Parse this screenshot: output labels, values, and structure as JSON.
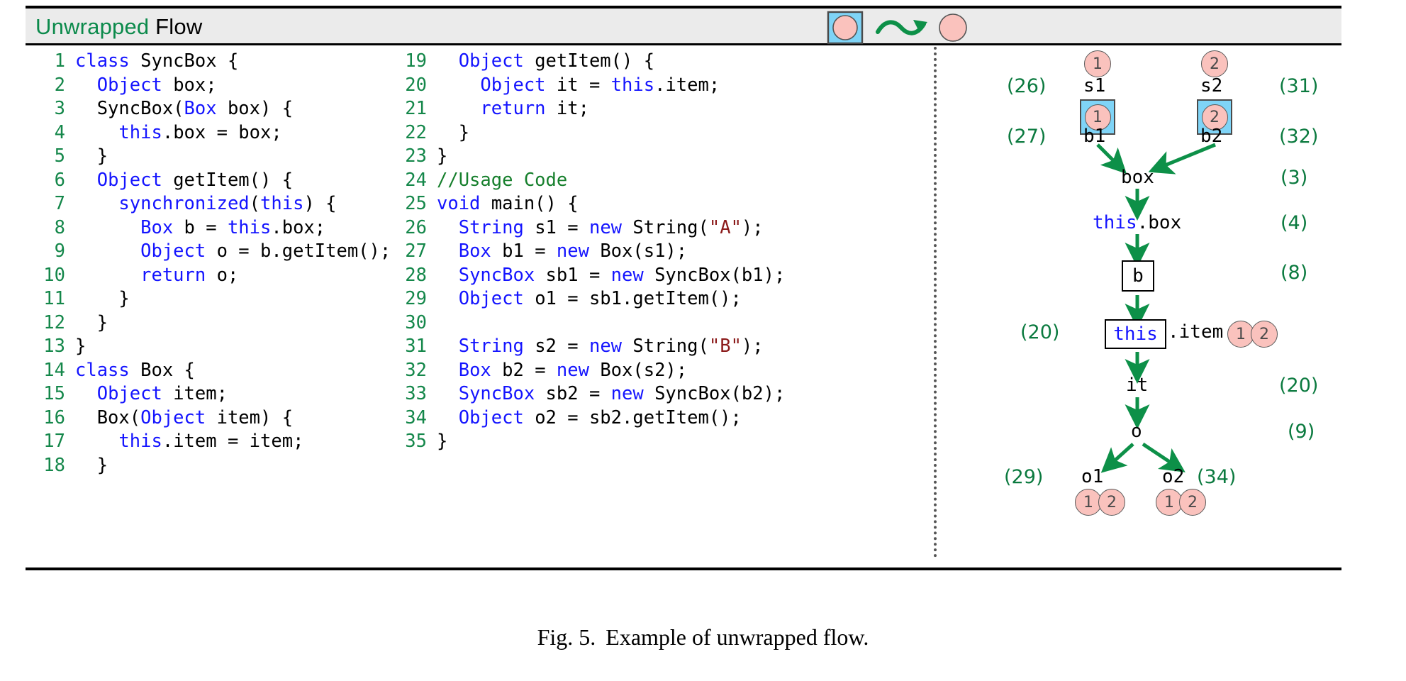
{
  "header": {
    "title_highlight": "Unwrapped",
    "title_rest": " Flow",
    "icon_boxed_circle": "boxed-circle-icon",
    "icon_wave_arrow": "wavy-arrow-icon",
    "icon_circle": "circle-icon"
  },
  "colors": {
    "keyword": "#1414ff",
    "line_number": "#14874a",
    "comment": "#167f2c",
    "string": "#8b1a1a",
    "arrow_green": "#0d9048",
    "circle_pink": "#fac2bd",
    "square_blue": "#7fd4f7",
    "header_bg": "#ebebeb",
    "title_green": "#0b8a4b"
  },
  "code": {
    "left_column": [
      {
        "n": "1",
        "tokens": [
          {
            "t": "class ",
            "c": "kw"
          },
          {
            "t": "SyncBox {",
            "c": "id"
          }
        ]
      },
      {
        "n": "2",
        "tokens": [
          {
            "t": "  ",
            "c": "id"
          },
          {
            "t": "Object",
            "c": "kw"
          },
          {
            "t": " box;",
            "c": "id"
          }
        ]
      },
      {
        "n": "3",
        "tokens": [
          {
            "t": "  SyncBox(",
            "c": "id"
          },
          {
            "t": "Box",
            "c": "kw"
          },
          {
            "t": " box) {",
            "c": "id"
          }
        ]
      },
      {
        "n": "4",
        "tokens": [
          {
            "t": "    ",
            "c": "id"
          },
          {
            "t": "this",
            "c": "kw"
          },
          {
            "t": ".box = box;",
            "c": "id"
          }
        ]
      },
      {
        "n": "5",
        "tokens": [
          {
            "t": "  }",
            "c": "id"
          }
        ]
      },
      {
        "n": "6",
        "tokens": [
          {
            "t": "  ",
            "c": "id"
          },
          {
            "t": "Object",
            "c": "kw"
          },
          {
            "t": " getItem() {",
            "c": "id"
          }
        ]
      },
      {
        "n": "7",
        "tokens": [
          {
            "t": "    ",
            "c": "id"
          },
          {
            "t": "synchronized",
            "c": "kw"
          },
          {
            "t": "(",
            "c": "id"
          },
          {
            "t": "this",
            "c": "kw"
          },
          {
            "t": ") {",
            "c": "id"
          }
        ]
      },
      {
        "n": "8",
        "tokens": [
          {
            "t": "      ",
            "c": "id"
          },
          {
            "t": "Box",
            "c": "kw"
          },
          {
            "t": " b = ",
            "c": "id"
          },
          {
            "t": "this",
            "c": "kw"
          },
          {
            "t": ".box;",
            "c": "id"
          }
        ]
      },
      {
        "n": "9",
        "tokens": [
          {
            "t": "      ",
            "c": "id"
          },
          {
            "t": "Object",
            "c": "kw"
          },
          {
            "t": " o = b.getItem();",
            "c": "id"
          }
        ]
      },
      {
        "n": "10",
        "tokens": [
          {
            "t": "      ",
            "c": "id"
          },
          {
            "t": "return",
            "c": "kw"
          },
          {
            "t": " o;",
            "c": "id"
          }
        ]
      },
      {
        "n": "11",
        "tokens": [
          {
            "t": "    }",
            "c": "id"
          }
        ]
      },
      {
        "n": "12",
        "tokens": [
          {
            "t": "  }",
            "c": "id"
          }
        ]
      },
      {
        "n": "13",
        "tokens": [
          {
            "t": "}",
            "c": "id"
          }
        ]
      },
      {
        "n": "14",
        "tokens": [
          {
            "t": "class ",
            "c": "kw"
          },
          {
            "t": "Box {",
            "c": "id"
          }
        ]
      },
      {
        "n": "15",
        "tokens": [
          {
            "t": "  ",
            "c": "id"
          },
          {
            "t": "Object",
            "c": "kw"
          },
          {
            "t": " item;",
            "c": "id"
          }
        ]
      },
      {
        "n": "16",
        "tokens": [
          {
            "t": "  Box(",
            "c": "id"
          },
          {
            "t": "Object",
            "c": "kw"
          },
          {
            "t": " item) {",
            "c": "id"
          }
        ]
      },
      {
        "n": "17",
        "tokens": [
          {
            "t": "    ",
            "c": "id"
          },
          {
            "t": "this",
            "c": "kw"
          },
          {
            "t": ".item = item;",
            "c": "id"
          }
        ]
      },
      {
        "n": "18",
        "tokens": [
          {
            "t": "  }",
            "c": "id"
          }
        ]
      }
    ],
    "right_column": [
      {
        "n": "19",
        "tokens": [
          {
            "t": "  ",
            "c": "id"
          },
          {
            "t": "Object",
            "c": "kw"
          },
          {
            "t": " getItem() {",
            "c": "id"
          }
        ]
      },
      {
        "n": "20",
        "tokens": [
          {
            "t": "    ",
            "c": "id"
          },
          {
            "t": "Object",
            "c": "kw"
          },
          {
            "t": " it = ",
            "c": "id"
          },
          {
            "t": "this",
            "c": "kw"
          },
          {
            "t": ".item;",
            "c": "id"
          }
        ]
      },
      {
        "n": "21",
        "tokens": [
          {
            "t": "    ",
            "c": "id"
          },
          {
            "t": "return",
            "c": "kw"
          },
          {
            "t": " it;",
            "c": "id"
          }
        ]
      },
      {
        "n": "22",
        "tokens": [
          {
            "t": "  }",
            "c": "id"
          }
        ]
      },
      {
        "n": "23",
        "tokens": [
          {
            "t": "}",
            "c": "id"
          }
        ]
      },
      {
        "n": "24",
        "tokens": [
          {
            "t": "//Usage Code",
            "c": "cm"
          }
        ]
      },
      {
        "n": "25",
        "tokens": [
          {
            "t": "void",
            "c": "kw"
          },
          {
            "t": " main() {",
            "c": "id"
          }
        ]
      },
      {
        "n": "26",
        "tokens": [
          {
            "t": "  ",
            "c": "id"
          },
          {
            "t": "String",
            "c": "kw"
          },
          {
            "t": " s1 = ",
            "c": "id"
          },
          {
            "t": "new",
            "c": "kw"
          },
          {
            "t": " String(",
            "c": "id"
          },
          {
            "t": "\"A\"",
            "c": "st"
          },
          {
            "t": ");",
            "c": "id"
          }
        ]
      },
      {
        "n": "27",
        "tokens": [
          {
            "t": "  ",
            "c": "id"
          },
          {
            "t": "Box",
            "c": "kw"
          },
          {
            "t": " b1 = ",
            "c": "id"
          },
          {
            "t": "new",
            "c": "kw"
          },
          {
            "t": " Box(s1);",
            "c": "id"
          }
        ]
      },
      {
        "n": "28",
        "tokens": [
          {
            "t": "  ",
            "c": "id"
          },
          {
            "t": "SyncBox",
            "c": "kw"
          },
          {
            "t": " sb1 = ",
            "c": "id"
          },
          {
            "t": "new",
            "c": "kw"
          },
          {
            "t": " SyncBox(b1);",
            "c": "id"
          }
        ]
      },
      {
        "n": "29",
        "tokens": [
          {
            "t": "  ",
            "c": "id"
          },
          {
            "t": "Object",
            "c": "kw"
          },
          {
            "t": " o1 = sb1.getItem();",
            "c": "id"
          }
        ]
      },
      {
        "n": "30",
        "tokens": [
          {
            "t": "",
            "c": "id"
          }
        ]
      },
      {
        "n": "31",
        "tokens": [
          {
            "t": "  ",
            "c": "id"
          },
          {
            "t": "String",
            "c": "kw"
          },
          {
            "t": " s2 = ",
            "c": "id"
          },
          {
            "t": "new",
            "c": "kw"
          },
          {
            "t": " String(",
            "c": "id"
          },
          {
            "t": "\"B\"",
            "c": "st"
          },
          {
            "t": ");",
            "c": "id"
          }
        ]
      },
      {
        "n": "32",
        "tokens": [
          {
            "t": "  ",
            "c": "id"
          },
          {
            "t": "Box",
            "c": "kw"
          },
          {
            "t": " b2 = ",
            "c": "id"
          },
          {
            "t": "new",
            "c": "kw"
          },
          {
            "t": " Box(s2);",
            "c": "id"
          }
        ]
      },
      {
        "n": "33",
        "tokens": [
          {
            "t": "  ",
            "c": "id"
          },
          {
            "t": "SyncBox",
            "c": "kw"
          },
          {
            "t": " sb2 = ",
            "c": "id"
          },
          {
            "t": "new",
            "c": "kw"
          },
          {
            "t": " SyncBox(b2);",
            "c": "id"
          }
        ]
      },
      {
        "n": "34",
        "tokens": [
          {
            "t": "  ",
            "c": "id"
          },
          {
            "t": "Object",
            "c": "kw"
          },
          {
            "t": " o2 = sb2.getItem();",
            "c": "id"
          }
        ]
      },
      {
        "n": "35",
        "tokens": [
          {
            "t": "}",
            "c": "id"
          }
        ]
      }
    ]
  },
  "diagram": {
    "nodes": {
      "s1": {
        "label": "s1",
        "line_ref": "(26)",
        "tag": "1"
      },
      "s2": {
        "label": "s2",
        "line_ref": "(31)",
        "tag": "2"
      },
      "b1": {
        "label": "b1",
        "line_ref": "(27)",
        "tag": "1"
      },
      "b2": {
        "label": "b2",
        "line_ref": "(32)",
        "tag": "2"
      },
      "box": {
        "label": "box",
        "line_ref": "(3)"
      },
      "this_box": {
        "label_kw": "this",
        "label_rest": ".box",
        "line_ref": "(4)"
      },
      "b": {
        "label": "b",
        "line_ref": "(8)"
      },
      "this_item": {
        "label_kw": "this",
        "label_rest": ".item",
        "line_ref": "(20)",
        "tags": [
          "1",
          "2"
        ]
      },
      "it": {
        "label": "it",
        "line_ref": "(20)"
      },
      "o": {
        "label": "o",
        "line_ref": "(9)"
      },
      "o1": {
        "label": "o1",
        "line_ref": "(29)",
        "tags": [
          "1",
          "2"
        ]
      },
      "o2": {
        "label": "o2",
        "line_ref": "(34)",
        "tags": [
          "1",
          "2"
        ]
      }
    }
  },
  "caption": {
    "label": "Fig. 5.",
    "text": "Example of unwrapped flow."
  }
}
